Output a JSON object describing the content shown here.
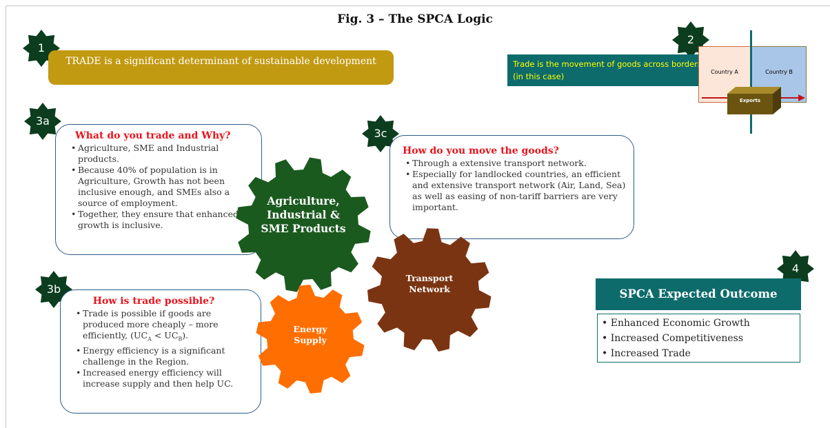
{
  "title": "Fig. 3 – The SPCA Logic",
  "colors": {
    "gold": "#c29a12",
    "teal": "#0d6b6c",
    "star": "#0b3d1e",
    "red_heading": "#e8141c",
    "gear_green": "#1b5a1f",
    "gear_brown": "#7b3412",
    "gear_orange": "#ff6e00",
    "bubble_border": "#2e5c8a"
  },
  "markers": {
    "m1": "1",
    "m2": "2",
    "m3a": "3a",
    "m3b": "3b",
    "m3c": "3c",
    "m4": "4"
  },
  "trade_bar": {
    "text": "TRADE  is a significant determinant of sustainable development"
  },
  "movement": {
    "text": "Trade  is the  movement  of goods across borders (in this case)",
    "country_a": "Country A",
    "country_b": "Country B",
    "exports": "Exports"
  },
  "box_3a": {
    "heading": "What do you trade and Why?",
    "bullets": [
      "Agriculture, SME and Industrial products.",
      "Because  40% of population is in Agriculture, Growth has not been inclusive enough,  and SMEs also a source of employment.",
      "Together,  they ensure that enhanced  growth is inclusive."
    ]
  },
  "box_3c": {
    "heading": "How do you move the goods?",
    "bullets": [
      "Through a extensive transport network.",
      "Especially  for landlocked countries, an efficient and extensive transport network (Air, Land, Sea) as well as easing of non-tariff barriers are very important."
    ]
  },
  "box_3b": {
    "heading": "How is trade possible?",
    "bullets": [
      "Trade is possible if goods are produced more cheaply  – more efficiently, (UCA  < UCB).",
      "Energy efficiency is a significant challenge  in the Region.",
      "Increased energy efficiency will increase supply and then help UC."
    ]
  },
  "gears": {
    "agri": "Agriculture, Industrial & SME Products",
    "transport": "Transport Network",
    "energy": "Energy Supply"
  },
  "outcome": {
    "heading": "SPCA Expected  Outcome",
    "items": [
      "Enhanced Economic Growth",
      "Increased Competitiveness",
      "Increased Trade"
    ]
  }
}
